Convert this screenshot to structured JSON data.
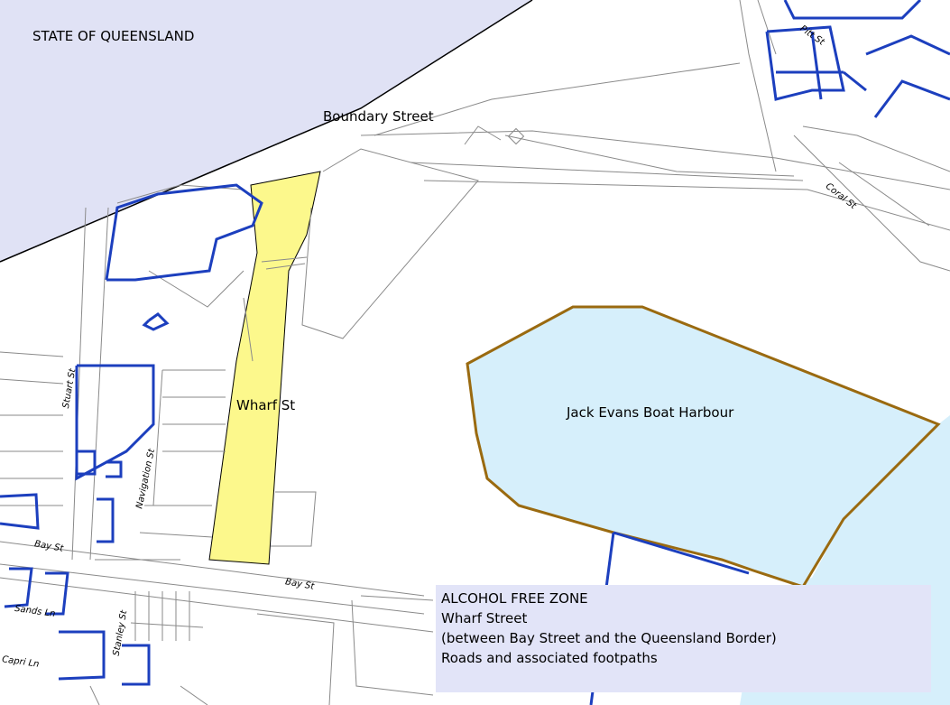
{
  "map": {
    "labels": {
      "state": "STATE OF QUEENSLAND",
      "boundary_street": "Boundary Street",
      "wharf_street": "Wharf St",
      "harbour": "Jack Evans Boat Harbour"
    },
    "street_labels": {
      "pitt": "Pitt St",
      "coral": "Coral St",
      "stuart": "Stuart St",
      "navigation": "Navigation St",
      "bay_west": "Bay St",
      "bay_east": "Bay St",
      "sands": "Sands Ln",
      "stanley": "Stanley St",
      "capri": "Capri Ln"
    },
    "colors": {
      "state_area": "#e0e2f5",
      "wharf_zone": "#fcf88c",
      "harbour": "#d6effb",
      "harbour_edge": "#9a6a10",
      "buildings": "#1c3fbe",
      "lines": "#8a8a8a"
    }
  },
  "legend": {
    "title": "ALCOHOL FREE ZONE",
    "line1": "Wharf Street",
    "line2": "(between Bay Street and the Queensland Border)",
    "line3": "Roads and associated footpaths"
  }
}
